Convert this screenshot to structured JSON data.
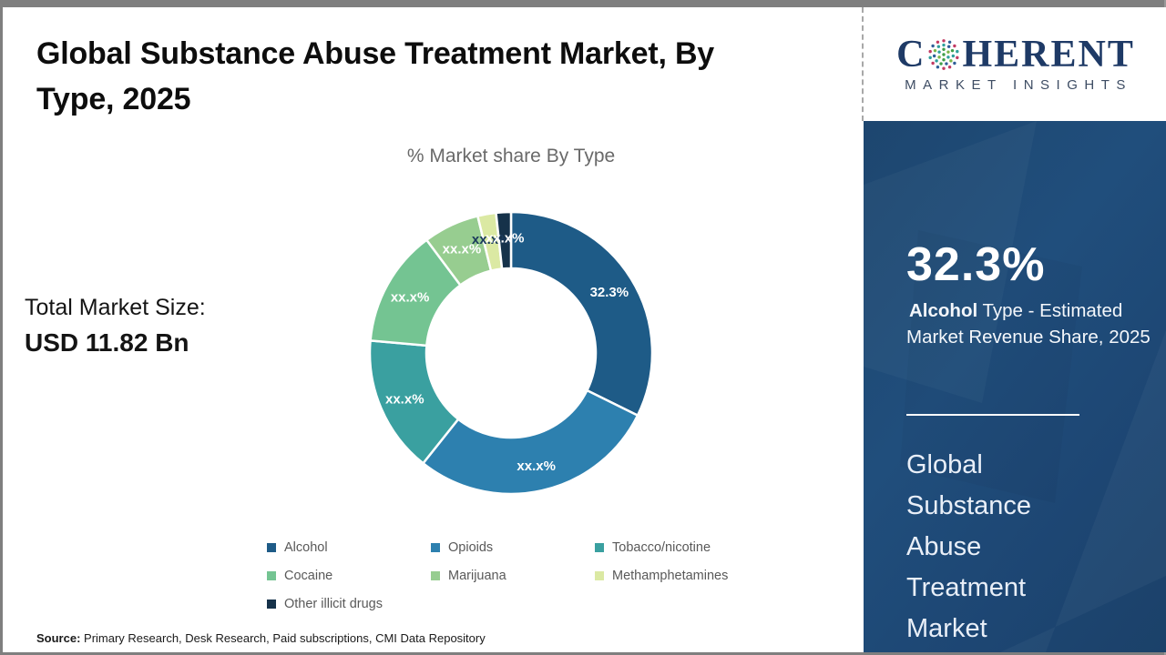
{
  "page": {
    "title_line1": "Global Substance Abuse Treatment Market, By",
    "title_line2": "Type, 2025",
    "chart_subtitle": "% Market share By Type",
    "total_market_label": "Total Market Size:",
    "total_market_value": "USD 11.82 Bn",
    "source_prefix": "Source:",
    "source_text": " Primary Research, Desk Research, Paid subscriptions, CMI Data Repository"
  },
  "sidebar": {
    "logo": {
      "part1": "C",
      "part2": "HERENT",
      "subtitle": "MARKET INSIGHTS",
      "text_color": "#1e3a66",
      "dot_colors": [
        "#c23b63",
        "#3f9e49",
        "#2f9f9b",
        "#2f5f98",
        "#7ab648"
      ]
    },
    "panel_color": "#1f4a76",
    "stat_value": "32.3%",
    "stat_highlight": "Alcohol",
    "stat_rest": " Type - Estimated Market Revenue Share, 2025",
    "market_name": "Global Substance Abuse Treatment Market"
  },
  "chart_data": {
    "type": "pie",
    "donut": true,
    "title": "% Market share By Type",
    "legend_position": "bottom",
    "categories": [
      "Alcohol",
      "Opioids",
      "Tobacco/nicotine",
      "Cocaine",
      "Marijuana",
      "Methamphetamines",
      "Other illicit drugs"
    ],
    "values": [
      32.3,
      28.4,
      15.7,
      13.4,
      6.4,
      2.1,
      1.7
    ],
    "displayed_labels": [
      "32.3%",
      "xx.x%",
      "xx.x%",
      "xx.x%",
      "xx.x%",
      "xx.x%",
      "xx.x%"
    ],
    "colors": [
      "#1e5b87",
      "#2d80af",
      "#3aa0a0",
      "#74c492",
      "#97cd90",
      "#dbe9a3",
      "#16324a"
    ],
    "label_colors": [
      "#ffffff",
      "#ffffff",
      "#ffffff",
      "#ffffff",
      "#ffffff",
      "#1b3a5c",
      "#ffffff"
    ]
  }
}
